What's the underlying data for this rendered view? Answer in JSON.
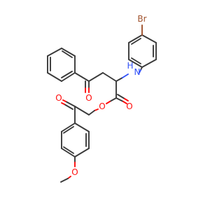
{
  "molecule": {
    "atom_labels": {
      "bromine": "Br",
      "amine_n": "N",
      "amine_h": "H",
      "ketone_o": "O",
      "ester_carbonyl_o": "O",
      "ester_o": "O",
      "acyl_ketone_o": "O",
      "methoxy_o": "O"
    },
    "colors": {
      "carbon_bond": "#3a3a3a",
      "oxygen": "#ff0d0d",
      "nitrogen": "#3050f8",
      "bromine": "#a0522d"
    }
  }
}
